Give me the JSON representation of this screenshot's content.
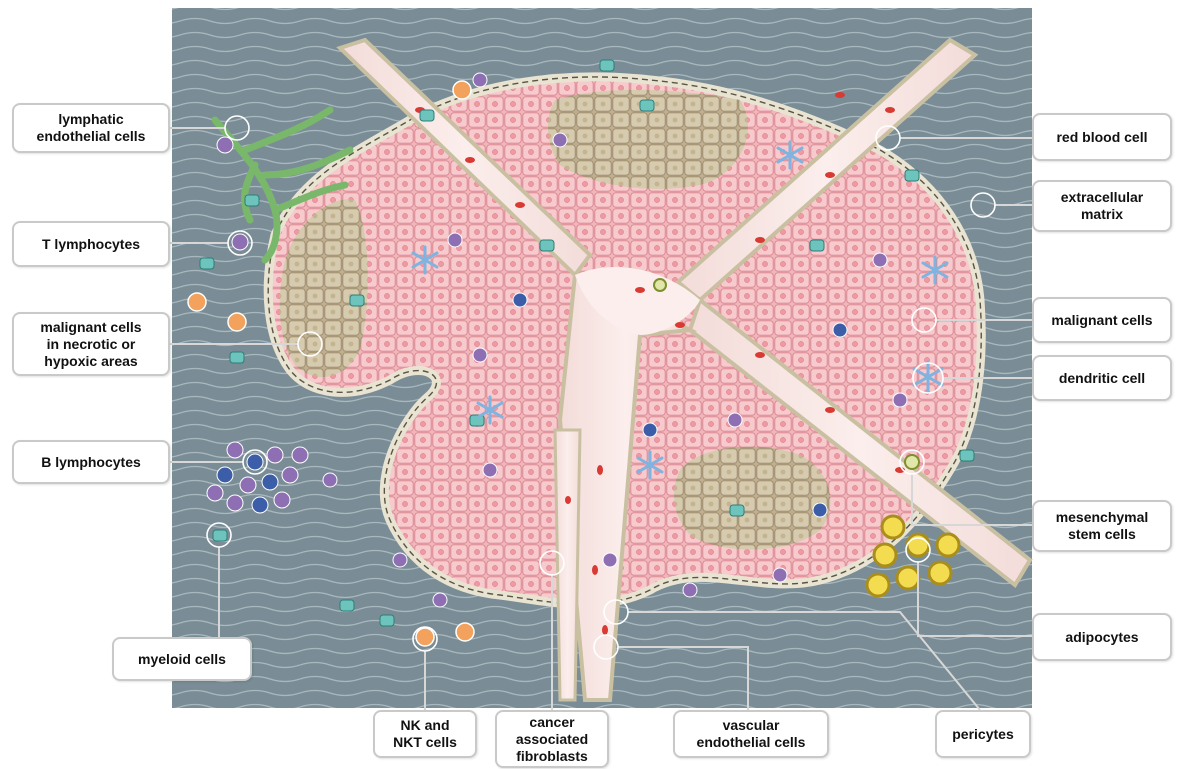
{
  "labels": {
    "lymphatic_endothelial_cells": "lymphatic\nendothelial cells",
    "t_lymphocytes": "T lymphocytes",
    "malignant_cells_necrotic": "malignant cells\nin necrotic or\nhypoxic areas",
    "b_lymphocytes": "B lymphocytes",
    "myeloid_cells": "myeloid cells",
    "nk_nkt_cells": "NK and\nNKT cells",
    "cancer_associated_fibroblasts": "cancer\nassociated\nfibroblasts",
    "vascular_endothelial_cells": "vascular\nendothelial cells",
    "pericytes": "pericytes",
    "red_blood_cell": "red blood cell",
    "extracellular_matrix": "extracellular\nmatrix",
    "malignant_cells": "malignant cells",
    "dendritic_cell": "dendritic cell",
    "mesenchymal_stem_cells": "mesenchymal\nstem cells",
    "adipocytes": "adipocytes"
  },
  "colors": {
    "background_matrix": "#7a8d96",
    "tumor_pink": "#f1b6bc",
    "necrotic_tan": "#cdbfa6",
    "vessel": "#f7e6e3",
    "vessel_wall": "#e8e2cc",
    "lymphatic_green": "#79b86a",
    "red_blood_cell": "#d93a33",
    "t_cell_purple": "#8e6fb3",
    "b_cell_blue": "#3c5ea8",
    "myeloid_teal": "#6cc4bd",
    "nk_orange": "#f2a25c",
    "adipocyte_yellow": "#f4dc50",
    "dendritic_blue": "#7fb3e0"
  }
}
